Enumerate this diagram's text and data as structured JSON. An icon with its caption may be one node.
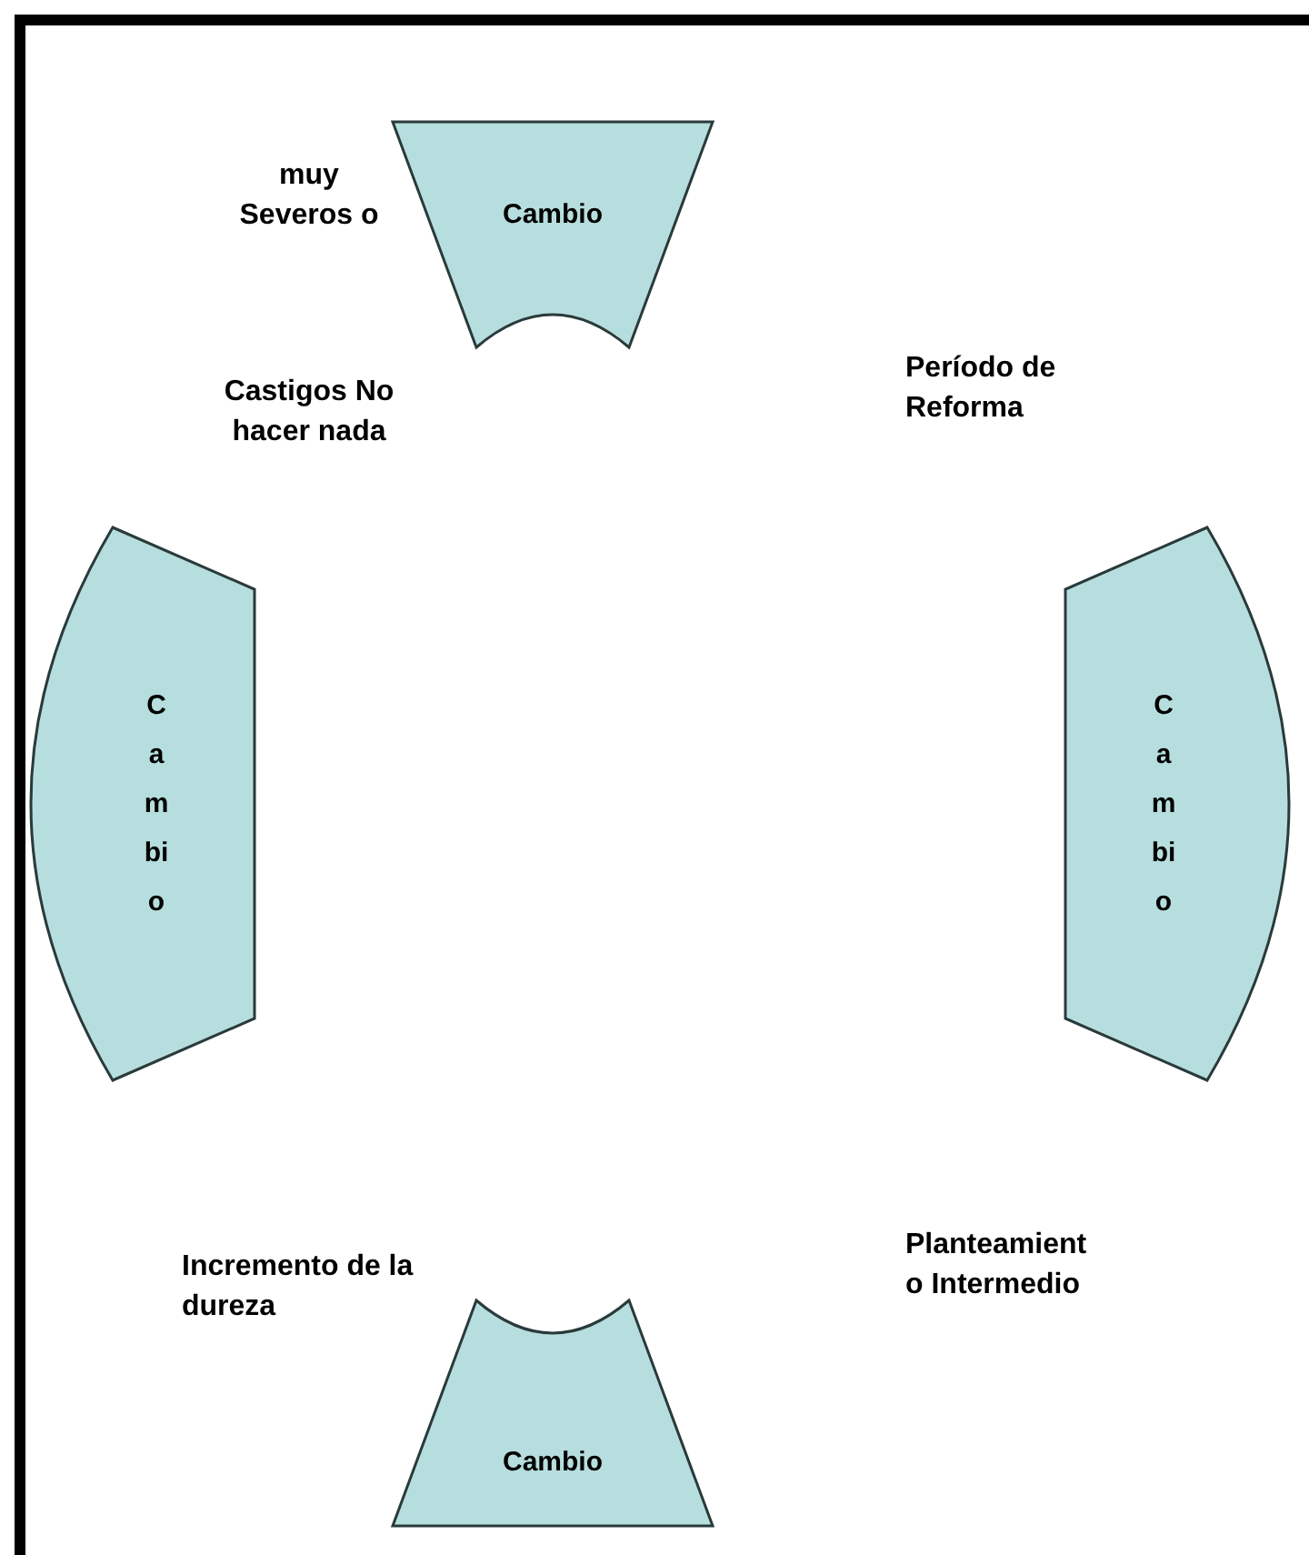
{
  "diagram": {
    "nodes": [
      {
        "text": [
          "Cambio"
        ]
      },
      {
        "text": [
          "Cambio"
        ]
      },
      {
        "text": [
          "Cambio"
        ]
      },
      {
        "text": [
          "Cambio"
        ]
      }
    ],
    "labels": [
      "muy Severos o",
      "Castigos No hacer nada",
      "Período de Reforma",
      "Incremento de la dureza",
      "Planteamiento Intermedio"
    ]
  }
}
